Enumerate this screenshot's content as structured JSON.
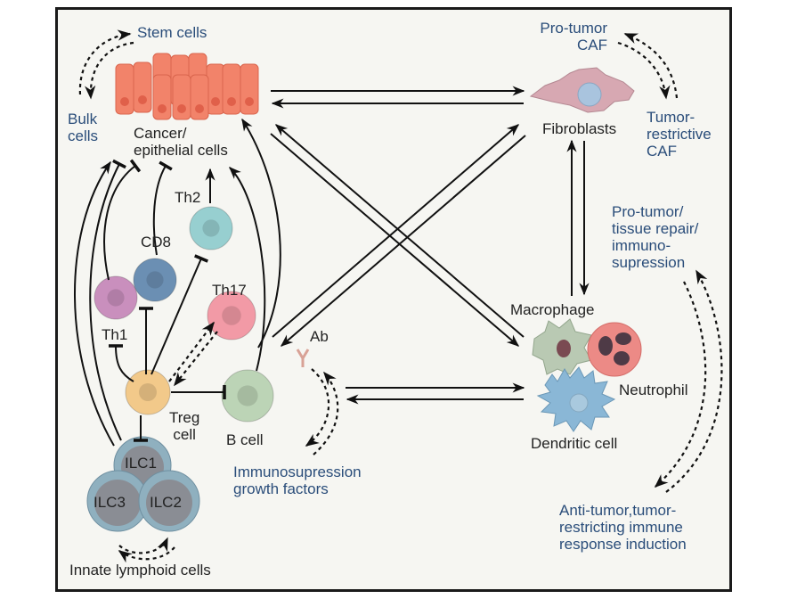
{
  "colors": {
    "background": "#f6f6f2",
    "frame": "#1a1a1a",
    "blue_text": "#2a4d7a",
    "dark_text": "#222222",
    "cancer": "#f2836a",
    "fibroblast": "#d7a8b2",
    "macrophage": "#b9c9b3",
    "neutrophil": "#ec8a86",
    "dendritic": "#8ab7d6",
    "th1": "#c98fbd",
    "cd8": "#6b8fb3",
    "th2": "#97cfd0",
    "th17": "#f29aa6",
    "treg": "#f2c98a",
    "bcell": "#bcd4b6",
    "ilc": "#8a8d94",
    "antibody": "#d8a296"
  },
  "labels": {
    "stem_cells": "Stem cells",
    "bulk_cells": [
      "Bulk",
      "cells"
    ],
    "cancer": [
      "Cancer/",
      "epithelial cells"
    ],
    "pro_tumor_caf": [
      "Pro-tumor",
      "CAF"
    ],
    "tumor_restrictive_caf": [
      "Tumor-",
      "restrictive",
      "CAF"
    ],
    "fibroblasts": "Fibroblasts",
    "pro_tumor_repair": [
      "Pro-tumor/",
      "tissue repair/",
      "immuno-",
      "supression"
    ],
    "macrophage": "Macrophage",
    "neutrophil": "Neutrophil",
    "dendritic": "Dendritic cell",
    "anti_tumor": [
      "Anti-tumor,tumor-",
      "restricting immune",
      "response induction"
    ],
    "th2": "Th2",
    "cd8": "CD8",
    "th17": "Th17",
    "th1": "Th1",
    "treg": [
      "Treg",
      "cell"
    ],
    "bcell": "B cell",
    "ab": "Ab",
    "ilc1": "ILC1",
    "ilc2": "ILC2",
    "ilc3": "ILC3",
    "immunosupression": [
      "Immunosupression",
      "growth factors"
    ],
    "innate": "Innate lymphoid cells"
  }
}
